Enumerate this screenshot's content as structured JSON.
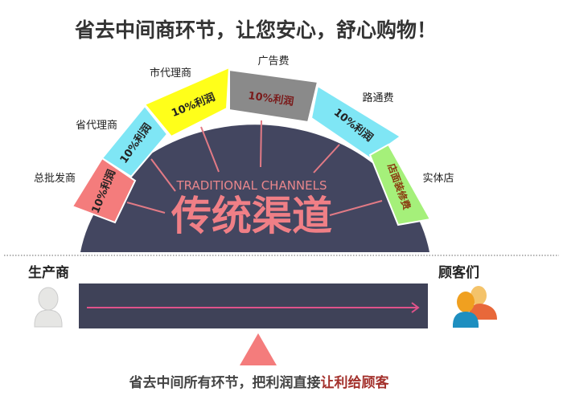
{
  "title": "省去中间商环节，让您安心，舒心购物！",
  "dome": {
    "subtitle": "TRADITIONAL CHANNELS",
    "heading": "传统渠道",
    "segments": [
      {
        "label": "总批发商",
        "text": "10%利润",
        "color": "#f47c7c"
      },
      {
        "label": "省代理商",
        "text": "10%利润",
        "color": "#7fe6f5"
      },
      {
        "label": "市代理商",
        "text": "10%利润",
        "color": "#ffff1a"
      },
      {
        "label": "广告费",
        "text": "10%利润",
        "color": "#8a8a8a"
      },
      {
        "label": "路通费",
        "text": "10%利润",
        "color": "#7fe6f5"
      },
      {
        "label": "实体店",
        "text": "店面装修费",
        "color": "#a5f07a"
      }
    ]
  },
  "direct": {
    "producer": "生产商",
    "customers": "顾客们",
    "caption_main": "省去中间所有环节，把利润直接",
    "caption_highlight": "让利给顾客"
  },
  "colors": {
    "dark": "#3f4258",
    "accent": "#f47c7c",
    "highlight": "#a3302b"
  }
}
